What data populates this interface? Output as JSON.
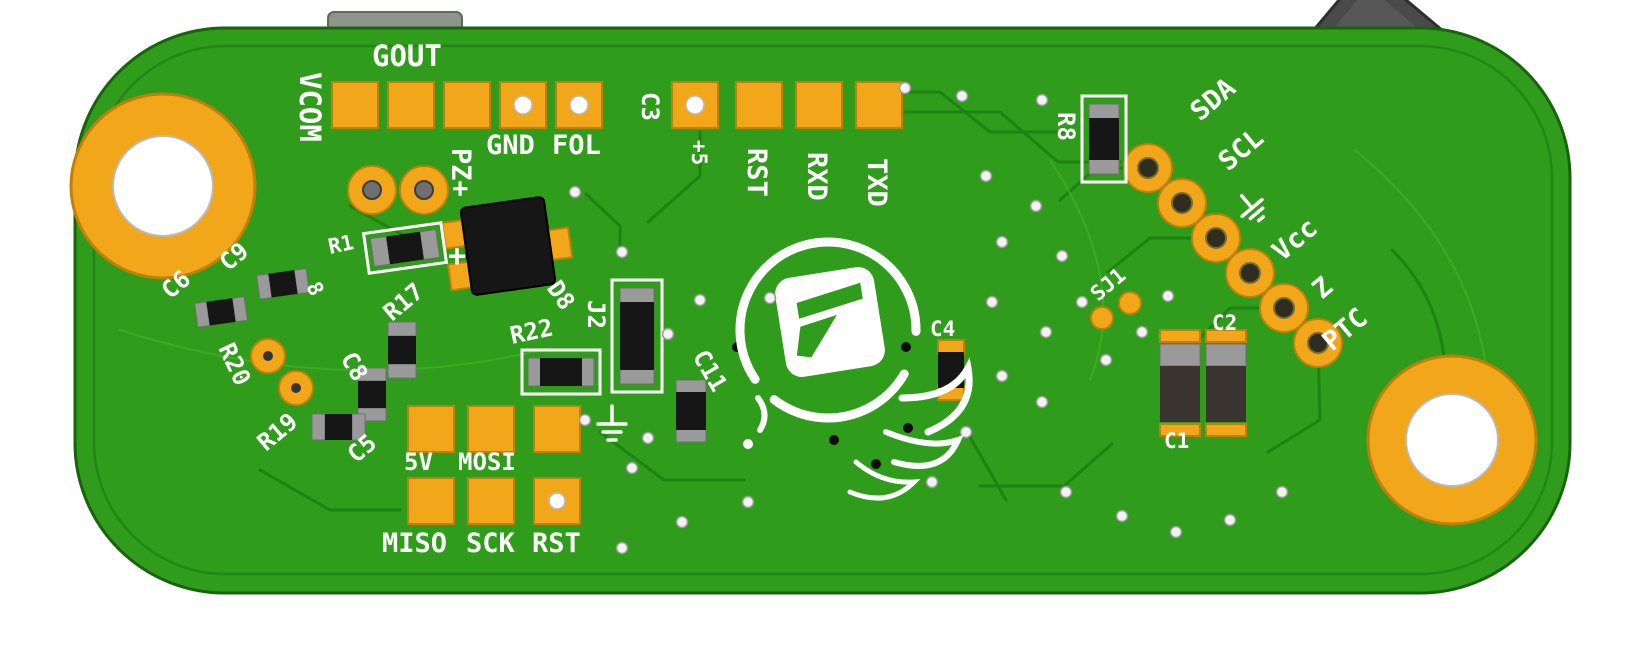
{
  "board": {
    "description": "Green PCB top-side 3D render with gold pads, silkscreen labels and SMD components",
    "colors": {
      "soldermask": "#2f9c1c",
      "soldermask_dark": "#1e8210",
      "soldermask_light": "#3fae24",
      "pad_gold": "#f2a71b",
      "pad_gold_edge": "#c07f08",
      "silkscreen": "#ffffff",
      "component_body": "#161616",
      "component_end": "#9a9a9a",
      "connector_dark": "#4a4a4a",
      "connector_light": "#b9bdb4",
      "hole_white": "#ffffff",
      "background": "#ffffff"
    }
  },
  "silkscreen": {
    "top_left": {
      "vcom": "VCOM",
      "gout": "GOUT",
      "pz_plus": "PZ+",
      "gnd": "GND",
      "fol": "FOL"
    },
    "top_middle": {
      "c3": "C3",
      "plus5": "+5",
      "rst": "RST",
      "rxd": "RXD",
      "txd": "TXD"
    },
    "header_right": {
      "sda": "SDA",
      "scl": "SCL",
      "vcc": "Vcc",
      "z": "Z",
      "ptc": "PTC"
    },
    "isp": {
      "five_v": "5V",
      "mosi": "MOSI",
      "miso": "MISO",
      "sck": "SCK",
      "rst": "RST"
    },
    "refdes": {
      "d8": "D8",
      "r8": "R8",
      "j2": "J2",
      "r22": "R22",
      "c11": "C11",
      "c4": "C4",
      "sj1": "SJ1",
      "c1": "C1",
      "c2": "C2",
      "r17": "R17",
      "c8": "C8",
      "c5": "C5",
      "r19": "R19",
      "r20": "R20",
      "c6": "C6",
      "c9": "C9",
      "r1": "R1",
      "partial8": "8"
    },
    "misc": {
      "plus": "+"
    }
  }
}
